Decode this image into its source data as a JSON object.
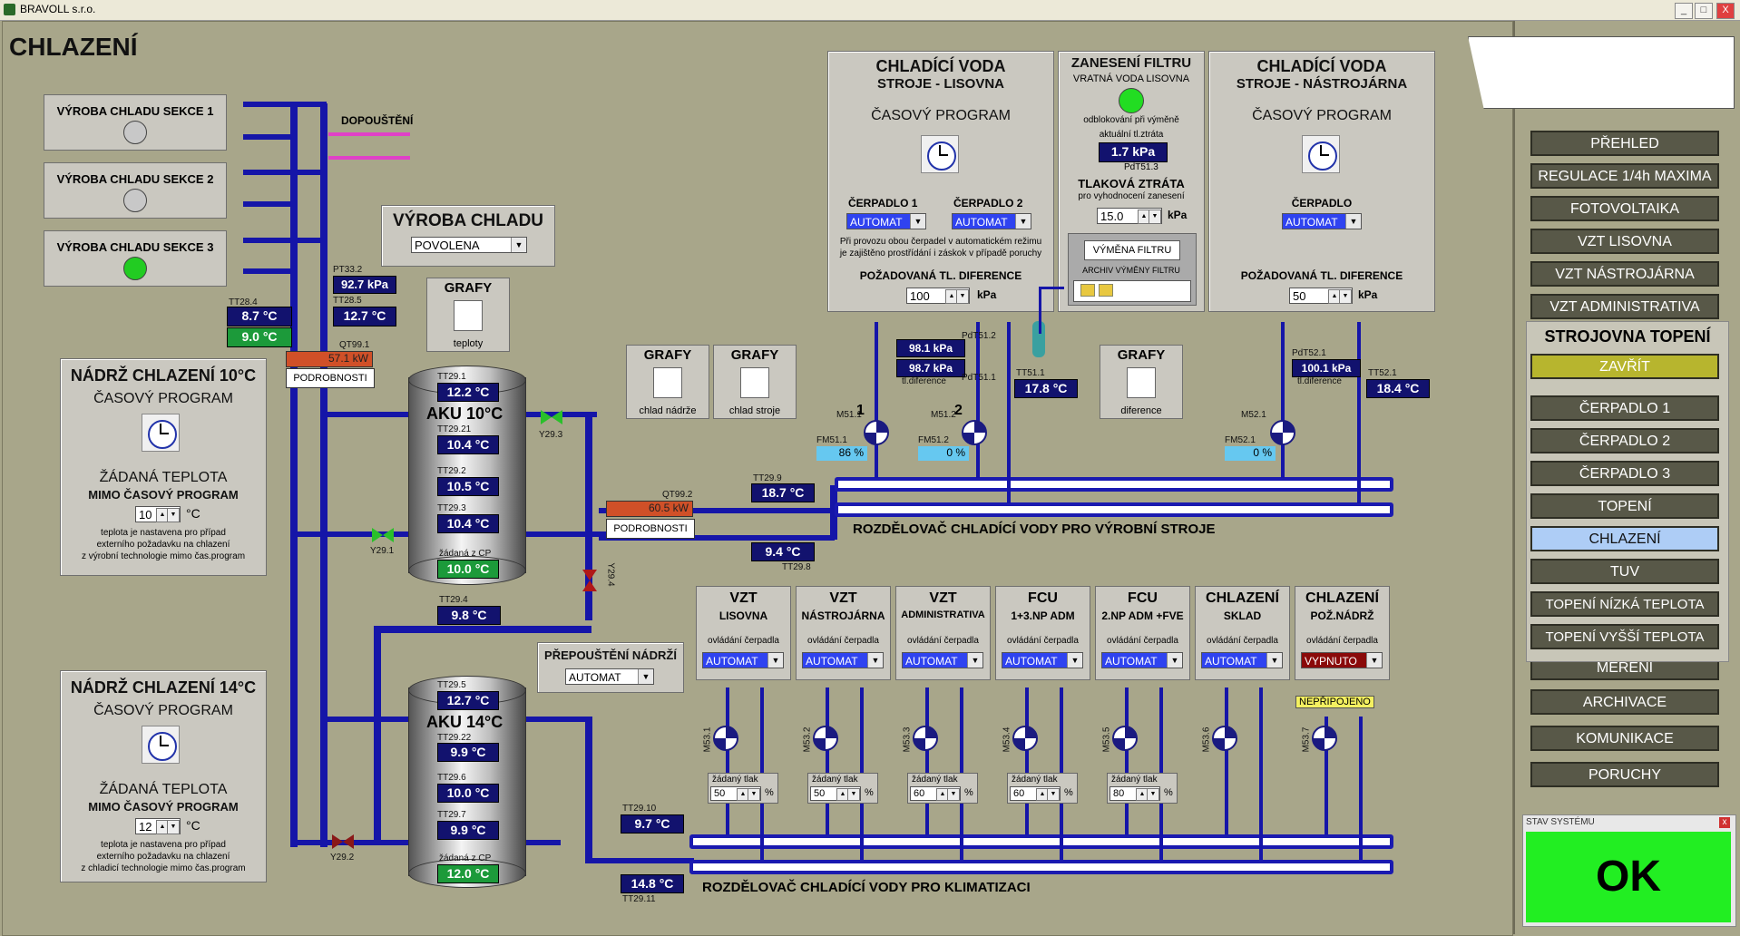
{
  "window": {
    "title": "BRAVOLL s.r.o.",
    "min": "_",
    "max": "□",
    "close": "X"
  },
  "page_title": "CHLAZENÍ",
  "sections": [
    {
      "label": "VÝROBA CHLADU SEKCE 1",
      "led": "gray"
    },
    {
      "label": "VÝROBA CHLADU SEKCE 2",
      "led": "gray"
    },
    {
      "label": "VÝROBA CHLADU SEKCE 3",
      "led": "green"
    }
  ],
  "dopousteni": "DOPOUŠTĚNÍ",
  "vyroba": {
    "title": "VÝROBA CHLADU",
    "value": "POVOLENA"
  },
  "grafy_teploty": {
    "title": "GRAFY",
    "label": "teploty"
  },
  "left_values": {
    "pt332_tag": "PT33.2",
    "pt332": "92.7 kPa",
    "tt285_tag": "TT28.5",
    "tt285": "12.7 °C",
    "tt284_tag": "TT28.4",
    "tt284": "8.7 °C",
    "tt284b": "9.0 °C",
    "qt991_tag": "QT99.1",
    "qt991": "57.1 kW",
    "podrobnosti": "PODROBNOSTI"
  },
  "nadrz10": {
    "title": "NÁDRŽ CHLAZENÍ 10°C",
    "program": "ČASOVÝ PROGRAM",
    "zadana": "ŽÁDANÁ TEPLOTA",
    "mimo": "MIMO ČASOVÝ PROGRAM",
    "value": "10",
    "unit": "°C",
    "note1": "teplota je nastavena pro případ",
    "note2": "externího požadavku na chlazení",
    "note3": "z výrobní technologie mimo čas.program"
  },
  "nadrz14": {
    "title": "NÁDRŽ CHLAZENÍ 14°C",
    "program": "ČASOVÝ PROGRAM",
    "zadana": "ŽÁDANÁ TEPLOTA",
    "mimo": "MIMO ČASOVÝ PROGRAM",
    "value": "12",
    "unit": "°C",
    "note1": "teplota je nastavena pro případ",
    "note2": "externího požadavku na chlazení",
    "note3": "z chladicí technologie mimo čas.program"
  },
  "aku10": {
    "name": "AKU 10°C",
    "tt291_tag": "TT29.1",
    "tt291": "12.2 °C",
    "tt2921_tag": "TT29.21",
    "tt2921": "10.4 °C",
    "tt292_tag": "TT29.2",
    "tt292": "10.5 °C",
    "tt293_tag": "TT29.3",
    "tt293": "10.4 °C",
    "zadana_tag": "žádaná z CP",
    "zadana": "10.0 °C"
  },
  "aku14": {
    "name": "AKU 14°C",
    "tt295_tag": "TT29.5",
    "tt295": "12.7 °C",
    "tt2922_tag": "TT29.22",
    "tt2922": "9.9 °C",
    "tt296_tag": "TT29.6",
    "tt296": "10.0 °C",
    "tt297_tag": "TT29.7",
    "tt297": "9.9 °C",
    "zadana_tag": "žádaná z CP",
    "zadana": "12.0 °C"
  },
  "valves": {
    "y293": "Y29.3",
    "y291": "Y29.1",
    "y294": "Y29.4",
    "y292": "Y29.2"
  },
  "tt294_tag": "TT29.4",
  "tt294": "9.8 °C",
  "qt992_tag": "QT99.2",
  "qt992": "60.5 kW",
  "podrobnosti2": "PODROBNOSTI",
  "tt299_tag": "TT29.9",
  "tt299": "18.7 °C",
  "tt298_tag": "TT29.8",
  "tt298": "9.4 °C",
  "tt2910_tag": "TT29.10",
  "tt2910": "9.7 °C",
  "tt2911_tag": "TT29.11",
  "tt2911": "14.8 °C",
  "prepousteni": {
    "title": "PŘEPOUŠTĚNÍ NÁDRŽÍ",
    "value": "AUTOMAT"
  },
  "grafy_nadrz": {
    "title": "GRAFY",
    "label": "chlad nádrže"
  },
  "grafy_stroje": {
    "title": "GRAFY",
    "label": "chlad stroje"
  },
  "grafy_dif": {
    "title": "GRAFY",
    "label": "diference"
  },
  "cv_lisovna": {
    "title1": "CHLADÍCÍ VODA",
    "title2": "STROJE - LISOVNA",
    "program": "ČASOVÝ PROGRAM",
    "c1": "ČERPADLO 1",
    "c2": "ČERPADLO 2",
    "v1": "AUTOMAT",
    "v2": "AUTOMAT",
    "note1": "Při provozu obou čerpadel v automatickém režimu",
    "note2": "je zajištěno prostřídání i záskok v případě poruchy",
    "pozad": "POŽADOVANÁ TL. DIFERENCE",
    "val": "100",
    "unit": "kPa"
  },
  "filtr": {
    "title": "ZANESENÍ FILTRU",
    "sub": "VRATNÁ VODA LISOVNA",
    "n1": "odblokování při výměně",
    "n2": "aktuální tl.ztráta",
    "val": "1.7 kPa",
    "tag": "PdT51.3",
    "tl": "TLAKOVÁ ZTRÁTA",
    "tl2": "pro vyhodnocení zanesení",
    "spin": "15.0",
    "unit": "kPa",
    "vymena": "VÝMĚNA FILTRU",
    "archiv": "ARCHIV VÝMĚNY FILTRU"
  },
  "cv_nastrojarna": {
    "title1": "CHLADÍCÍ VODA",
    "title2": "STROJE - NÁSTROJÁRNA",
    "program": "ČASOVÝ PROGRAM",
    "c": "ČERPADLO",
    "v": "AUTOMAT",
    "pozad": "POŽADOVANÁ TL. DIFERENCE",
    "val": "50",
    "unit": "kPa"
  },
  "lisovna_vals": {
    "a_val": "98.1 kPa",
    "b_val": "98.7 kPa",
    "tld": "tl.diference",
    "pdt512": "PdT51.2",
    "pdt511": "PdT51.1",
    "tt511_tag": "TT51.1",
    "tt511": "17.8 °C",
    "m511": "M51.1",
    "n1": "1",
    "m512": "M51.2",
    "n2": "2",
    "fm511": "FM51.1",
    "fm511v": "86 %",
    "fm512": "FM51.2",
    "fm512v": "0 %"
  },
  "nastr_vals": {
    "pdt521": "PdT52.1",
    "val": "100.1 kPa",
    "tld": "tl.diference",
    "tt521_tag": "TT52.1",
    "tt521": "18.4 °C",
    "m521": "M52.1",
    "fm521": "FM52.1",
    "fm521v": "0 %"
  },
  "rozdelovac1": "ROZDĚLOVAČ CHLADÍCÍ VODY PRO VÝROBNÍ STROJE",
  "rozdelovac2": "ROZDĚLOVAČ CHLADÍCÍ VODY PRO KLIMATIZACI",
  "vzt_units": [
    {
      "t1": "VZT",
      "t2": "LISOVNA",
      "t3": "ovládání čerpadla",
      "v": "AUTOMAT",
      "m": "M53.1",
      "zt": "žádaný tlak",
      "s": "50",
      "pct": "%",
      "color": "blue"
    },
    {
      "t1": "VZT",
      "t2": "NÁSTROJÁRNA",
      "t3": "ovládání čerpadla",
      "v": "AUTOMAT",
      "m": "M53.2",
      "zt": "žádaný tlak",
      "s": "50",
      "pct": "%",
      "color": "blue"
    },
    {
      "t1": "VZT",
      "t2": "ADMINISTRATIVA",
      "t3": "ovládání čerpadla",
      "v": "AUTOMAT",
      "m": "M53.3",
      "zt": "žádaný tlak",
      "s": "60",
      "pct": "%",
      "color": "blue"
    },
    {
      "t1": "FCU",
      "t2": "1+3.NP ADM",
      "t3": "ovládání čerpadla",
      "v": "AUTOMAT",
      "m": "M53.4",
      "zt": "žádaný tlak",
      "s": "60",
      "pct": "%",
      "color": "blue"
    },
    {
      "t1": "FCU",
      "t2": "2.NP ADM +FVE",
      "t3": "ovládání čerpadla",
      "v": "AUTOMAT",
      "m": "M53.5",
      "zt": "žádaný tlak",
      "s": "80",
      "pct": "%",
      "color": "blue"
    },
    {
      "t1": "CHLAZENÍ",
      "t2": "SKLAD",
      "t3": "ovládání čerpadla",
      "v": "AUTOMAT",
      "m": "M53.6",
      "zt": "",
      "s": "",
      "pct": "",
      "color": "blue"
    },
    {
      "t1": "CHLAZENÍ",
      "t2": "POŽ.NÁDRŽ",
      "t3": "ovládání čerpadla",
      "v": "VYPNUTO",
      "m": "M53.7",
      "zt": "",
      "s": "",
      "pct": "",
      "color": "red"
    }
  ],
  "nepripojeno": "NEPŘIPOJENO",
  "nav": {
    "items": [
      "PŘEHLED",
      "REGULACE 1/4h MAXIMA",
      "FOTOVOLTAIKA",
      "VZT LISOVNA",
      "VZT NÁSTROJÁRNA",
      "VZT ADMINISTRATIVA"
    ],
    "popup_title": "STROJOVNA TOPENÍ",
    "popup_close": "ZAVŘÍT",
    "popup_items": [
      "ČERPADLO 1",
      "ČERPADLO 2",
      "ČERPADLO 3",
      "TOPENÍ",
      "CHLAZENÍ",
      "TUV",
      "TOPENÍ NÍZKÁ TEPLOTA",
      "TOPENÍ VYŠŠÍ TEPLOTA"
    ],
    "hidden_item": "MĚŘENÍ",
    "items2": [
      "ARCHIVACE",
      "KOMUNIKACE",
      "PORUCHY"
    ]
  },
  "status": {
    "title": "STAV SYSTÉMU",
    "close": "x",
    "value": "OK"
  }
}
